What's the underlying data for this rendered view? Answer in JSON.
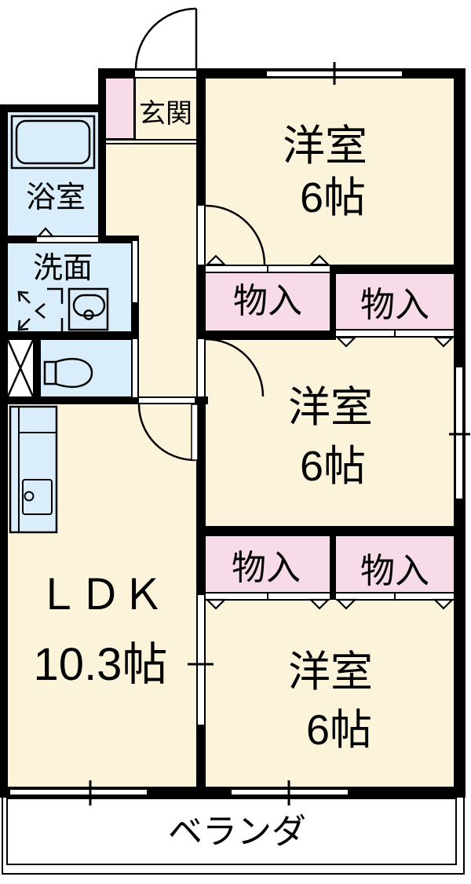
{
  "floorplan": {
    "type": "apartment-floor-plan",
    "rooms": {
      "genkan": {
        "label": "玄関"
      },
      "bathroom": {
        "label": "浴室"
      },
      "washroom": {
        "label": "洗面"
      },
      "western_rooms": [
        {
          "label": "洋室",
          "size": "6帖"
        },
        {
          "label": "洋室",
          "size": "6帖"
        },
        {
          "label": "洋室",
          "size": "6帖"
        }
      ],
      "closets": [
        {
          "label": "物入"
        },
        {
          "label": "物入"
        },
        {
          "label": "物入"
        },
        {
          "label": "物入"
        }
      ],
      "ldk": {
        "label": "ＬＤＫ",
        "size": "10.3帖"
      },
      "veranda": {
        "label": "ベランダ"
      }
    },
    "colors": {
      "wall": "#000000",
      "room_fill": "#fcf4da",
      "closet_fill": "#f8dbe9",
      "wet_area_fill": "#d9edfb",
      "outside": "#ffffff",
      "text": "#000000"
    }
  }
}
